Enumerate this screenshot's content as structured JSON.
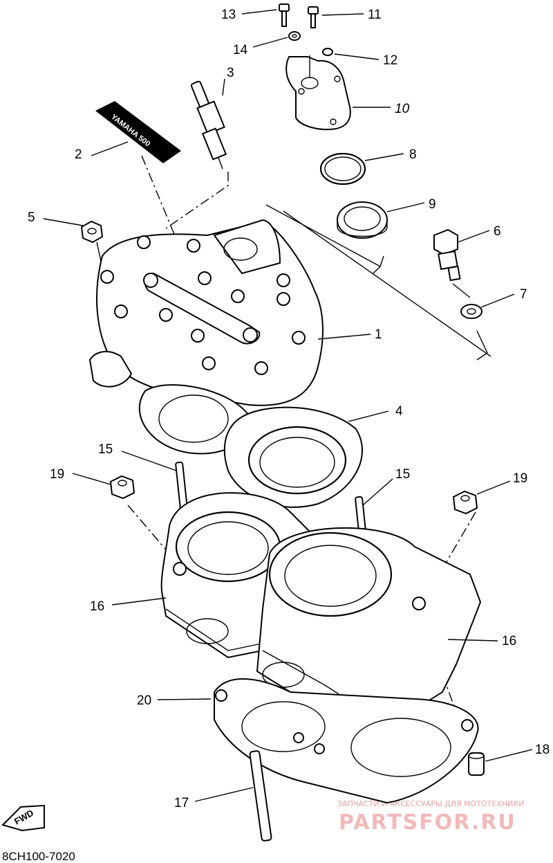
{
  "labels": {
    "l1": "1",
    "l2": "2",
    "l3": "3",
    "l4": "4",
    "l5": "5",
    "l6": "6",
    "l7": "7",
    "l8": "8",
    "l9": "9",
    "l10": "10",
    "l11": "11",
    "l12": "12",
    "l13": "13",
    "l14": "14",
    "l15a": "15",
    "l15b": "15",
    "l16a": "16",
    "l16b": "16",
    "l17": "17",
    "l18": "18",
    "l19a": "19",
    "l19b": "19",
    "l20": "20"
  },
  "decal_text": "YAMAHA 500",
  "fwd_text": "FWD",
  "diagram_code": "8CH100-7020",
  "watermark": {
    "tagline": "ЗАПЧАСТИ И АКСЕССУАРЫ ДЛЯ МОТОТЕХНИКИ",
    "brand": "PARTSFOR.RU"
  }
}
